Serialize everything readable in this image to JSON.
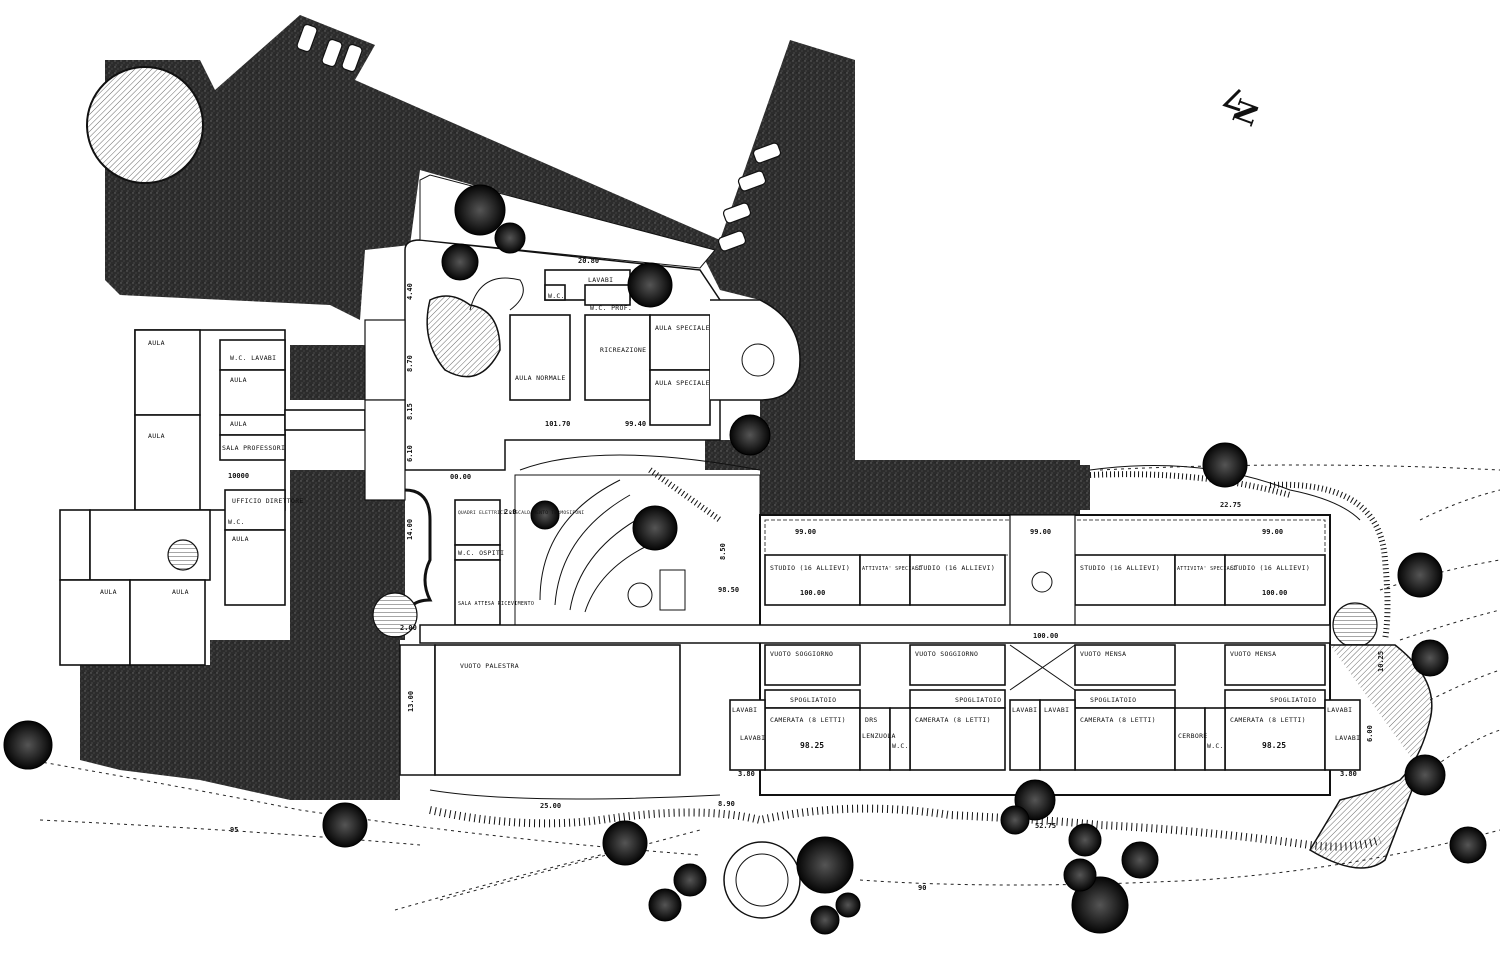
{
  "plan": {
    "north_mark": "N",
    "rooms": {
      "aula_1": "AULA",
      "wc_lavabi_1": "W.C. LAVABI",
      "aula_2": "AULA",
      "aula_3": "AULA",
      "aula_4": "AULA",
      "sala_professori": "SALA PROFESSORI",
      "ufficio_direttore": "UFFICIO DIRETTORE",
      "wc_small": "W.C.",
      "aula_5": "AULA",
      "aula_6": "AULA",
      "aula_7": "AULA",
      "lavabi_top": "LAVABI",
      "wc_top": "W.C.",
      "wc_prof": "W.C. PROF.",
      "ricreazione": "RICREAZIONE",
      "aula_normale": "AULA NORMALE",
      "aula_speciale_1": "AULA SPECIALE",
      "aula_speciale_2": "AULA SPECIALE",
      "quadri_elettrici": "QUADRI ELETTRICI RISCALDAMENTO TERMOSIFONI",
      "wc_ospiti": "W.C. OSPITI",
      "sala_ricevimento": "SALA ATTESA RICEVIMENTO",
      "studio_1": "STUDIO (16 ALLIEVI)",
      "attivita_1": "ATTIVITA' SPECIALI",
      "studio_2": "STUDIO (16 ALLIEVI)",
      "studio_3": "STUDIO (16 ALLIEVI)",
      "attivita_2": "ATTIVITA' SPECIALI",
      "studio_4": "STUDIO (16 ALLIEVI)",
      "vuoto_palestra": "VUOTO PALESTRA",
      "vuoto_soggiorno_1": "VUOTO SOGGIORNO",
      "vuoto_soggiorno_2": "VUOTO SOGGIORNO",
      "vuoto_mensa_1": "VUOTO MENSA",
      "vuoto_mensa_2": "VUOTO MENSA",
      "spogliatoio_1": "SPOGLIATOIO",
      "spogliatoio_2": "SPOGLIATOIO",
      "spogliatoio_3": "SPOGLIATOIO",
      "spogliatoio_4": "SPOGLIATOIO",
      "camerata_1": "CAMERATA (8 LETTI)",
      "camerata_2": "CAMERATA (8 LETTI)",
      "camerata_3": "CAMERATA (8 LETTI)",
      "camerata_4": "CAMERATA (8 LETTI)",
      "lavabi_1": "LAVABI",
      "lavabi_2": "LAVABI",
      "lavabi_3": "LAVABI",
      "lavabi_4": "LAVABI",
      "lavabi_5": "LAVABI",
      "lavabi_6": "LAVABI",
      "lenzuola": "LENZUOLA",
      "cerbore": "CERBORE",
      "wc_d1": "W.C.",
      "wc_d2": "W.C.",
      "drs": "DRS"
    },
    "levels": {
      "l_10000_left": "10000",
      "l_00_00": "00.00",
      "l_2080": "20.80",
      "l_440": "4.40",
      "l_870": "8.70",
      "l_815": "8.15",
      "l_610": "6.10",
      "l_1400": "14.00",
      "l_1070": "101.70",
      "l_9940": "99.40",
      "l_9850": "98.50",
      "l_9900": "99.00",
      "l_9900b": "99.00",
      "l_9900c": "99.00",
      "l_10000_s1": "100.00",
      "l_10000_s2": "100.00",
      "l_10000_corr": "100.00",
      "l_9825_1": "98.25",
      "l_9825_2": "98.25",
      "l_2275": "22.75",
      "l_5275": "52.75",
      "l_2500": "25.00",
      "l_1300": "13.00",
      "l_380a": "3.80",
      "l_380b": "3.80",
      "l_890": "8.90",
      "l_2000": "2.00",
      "l_600": "6.00",
      "l_1020": "10.25",
      "l_850": "8.50",
      "l_2_0": "2.0",
      "l_95": "95",
      "l_90": "90"
    }
  }
}
